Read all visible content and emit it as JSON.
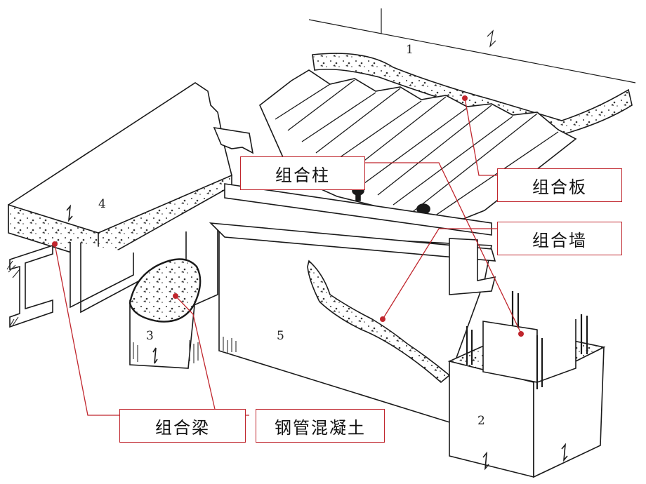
{
  "numbers": {
    "n1": "1",
    "n2": "2",
    "n3": "3",
    "n4": "4",
    "n5": "5"
  },
  "labels": {
    "column": "组合柱",
    "slab": "组合板",
    "wall": "组合墙",
    "beam": "组合梁",
    "cfst": "钢管混凝土"
  },
  "colors": {
    "leader": "#c0262d",
    "ink": "#1a1a1a"
  }
}
